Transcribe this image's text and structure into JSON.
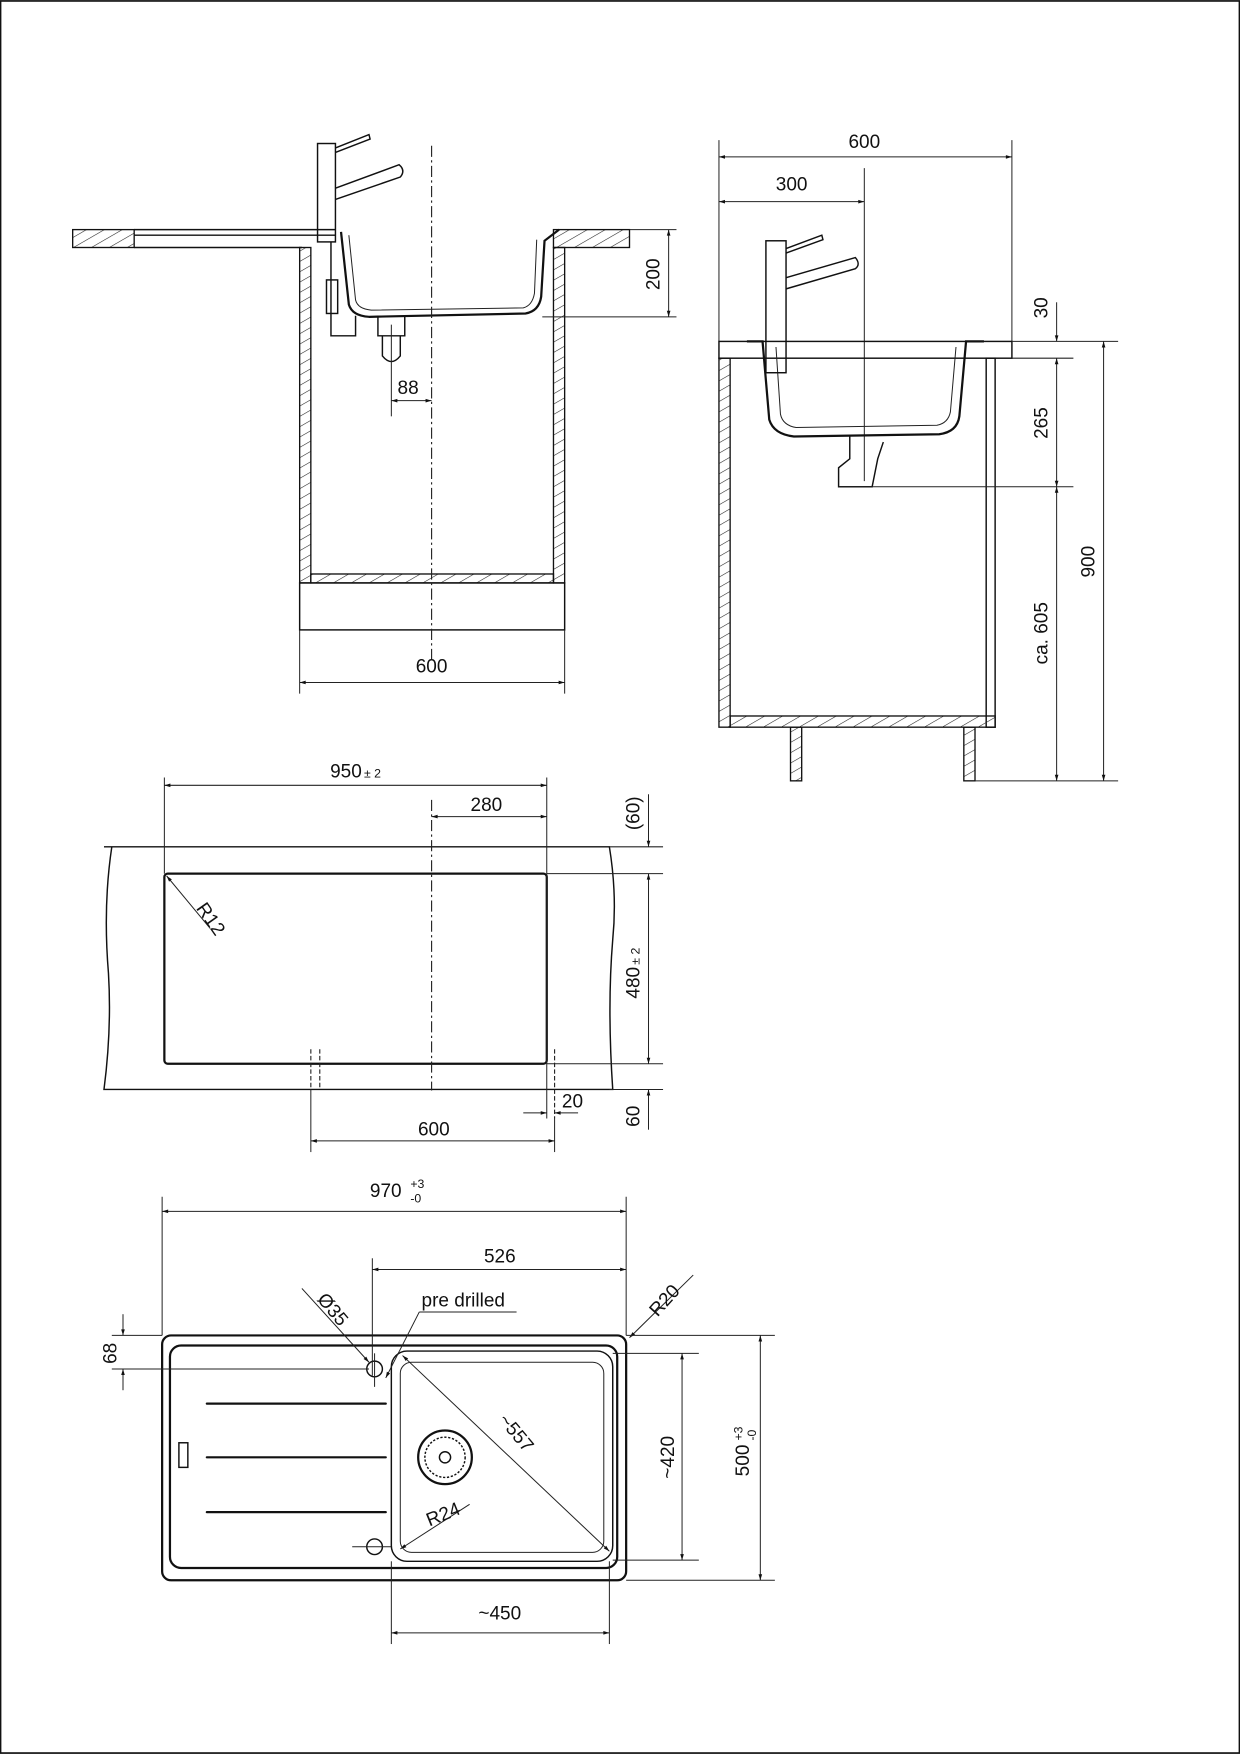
{
  "front_section": {
    "depth_dim": "200",
    "drain_offset_dim": "88",
    "cabinet_width_dim": "600"
  },
  "side_section": {
    "width_dim": "600",
    "center_dim": "300",
    "counter_thickness_dim": "30",
    "bowl_depth_dim": "265",
    "drain_height_dim": "ca. 605",
    "total_height_dim": "900"
  },
  "cutout": {
    "length_dim": "950",
    "length_tol": "± 2",
    "center_offset_dim": "280",
    "back_margin_dim": "(60)",
    "depth_dim": "480",
    "depth_tol": "± 2",
    "front_margin_dim": "60",
    "cabinet_dim": "600",
    "offset_dim": "20",
    "corner_radius": "R12"
  },
  "top_view": {
    "overall_length_dim": "970",
    "overall_length_tol_plus": "+3",
    "overall_length_tol_minus": "-0",
    "bowl_offset_dim": "526",
    "tap_hole_dim": "Ø35",
    "pre_drilled_label": "pre drilled",
    "outer_radius": "R20",
    "tap_hole_offset_dim": "68",
    "diagonal_dim": "~557",
    "bowl_depth_dim": "~420",
    "overall_depth_dim": "500",
    "overall_depth_tol_plus": "+3",
    "overall_depth_tol_minus": "-0",
    "bowl_radius": "R24",
    "bowl_width_dim": "~450"
  }
}
